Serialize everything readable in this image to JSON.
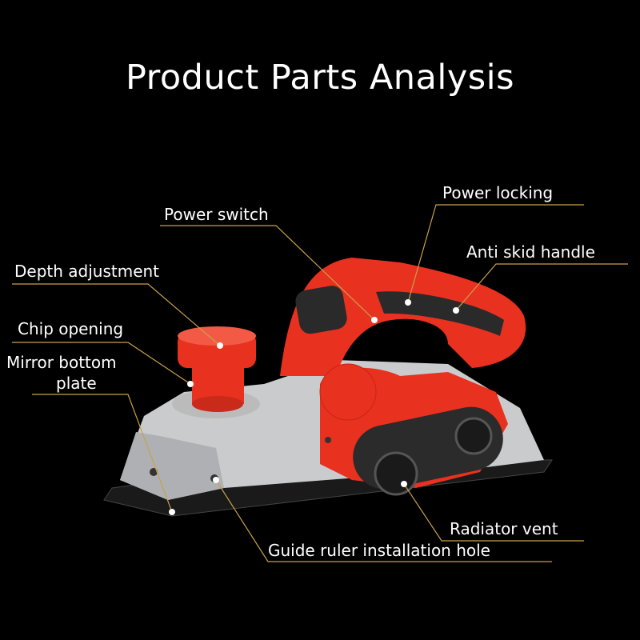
{
  "title": "Product Parts Analysis",
  "labels": {
    "power_switch": "Power switch",
    "power_locking": "Power locking",
    "anti_skid_handle": "Anti skid handle",
    "depth_adjustment": "Depth adjustment",
    "chip_opening": "Chip opening",
    "mirror_bottom_plate_line1": "Mirror bottom",
    "mirror_bottom_plate_line2": "plate",
    "radiator_vent": "Radiator vent",
    "guide_ruler_installation_hole": "Guide ruler installation hole"
  },
  "colors": {
    "background": "#000000",
    "leader_line": "#c9a04a",
    "body_red": "#e8311f",
    "body_silver": "#c9cbcd"
  }
}
